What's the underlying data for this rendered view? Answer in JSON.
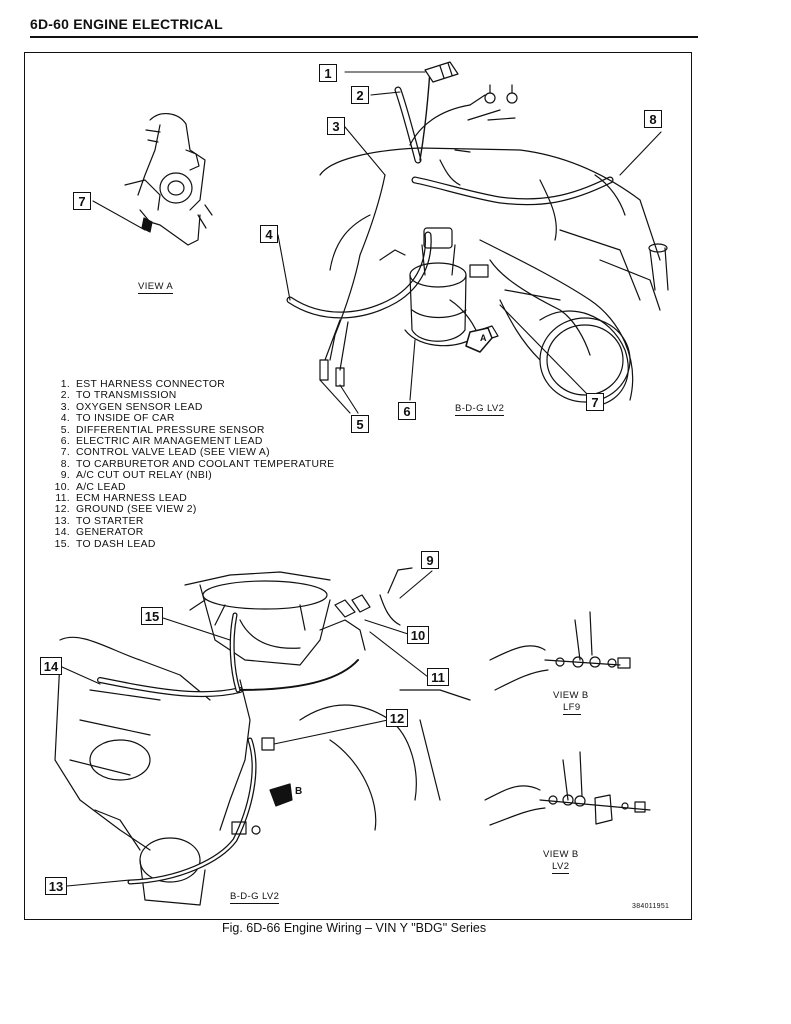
{
  "header": {
    "title": "6D-60  ENGINE ELECTRICAL"
  },
  "legend": [
    {
      "num": "1.",
      "text": "EST HARNESS CONNECTOR"
    },
    {
      "num": "2.",
      "text": "TO TRANSMISSION"
    },
    {
      "num": "3.",
      "text": "OXYGEN SENSOR LEAD"
    },
    {
      "num": "4.",
      "text": "TO INSIDE OF CAR"
    },
    {
      "num": "5.",
      "text": "DIFFERENTIAL PRESSURE SENSOR"
    },
    {
      "num": "6.",
      "text": "ELECTRIC AIR MANAGEMENT LEAD"
    },
    {
      "num": "7.",
      "text": "CONTROL VALVE LEAD (SEE VIEW A)"
    },
    {
      "num": "8.",
      "text": "TO CARBURETOR AND COOLANT TEMPERATURE"
    },
    {
      "num": "9.",
      "text": "A/C CUT OUT RELAY (NBI)"
    },
    {
      "num": "10.",
      "text": "A/C LEAD"
    },
    {
      "num": "11.",
      "text": "ECM HARNESS LEAD"
    },
    {
      "num": "12.",
      "text": "GROUND (SEE VIEW 2)"
    },
    {
      "num": "13.",
      "text": "TO STARTER"
    },
    {
      "num": "14.",
      "text": "GENERATOR"
    },
    {
      "num": "15.",
      "text": "TO DASH LEAD"
    }
  ],
  "labels": {
    "view_a": "VIEW A",
    "bdg_lv2_top": "B-D-G LV2",
    "bdg_lv2_bottom": "B-D-G LV2",
    "view_b_1": "VIEW B",
    "view_b_1_sub": "LF9",
    "view_b_2": "VIEW B",
    "view_b_2_sub": "LV2",
    "arrow_a": "A",
    "arrow_b": "B"
  },
  "callouts": {
    "c1": "1",
    "c2": "2",
    "c3": "3",
    "c4": "4",
    "c5": "5",
    "c6": "6",
    "c7a": "7",
    "c7b": "7",
    "c8": "8",
    "c9": "9",
    "c10": "10",
    "c11": "11",
    "c12": "12",
    "c13": "13",
    "c14": "14",
    "c15": "15"
  },
  "figure_code": "384011951",
  "caption": "Fig. 6D-66 Engine Wiring – VIN Y \"BDG\" Series"
}
